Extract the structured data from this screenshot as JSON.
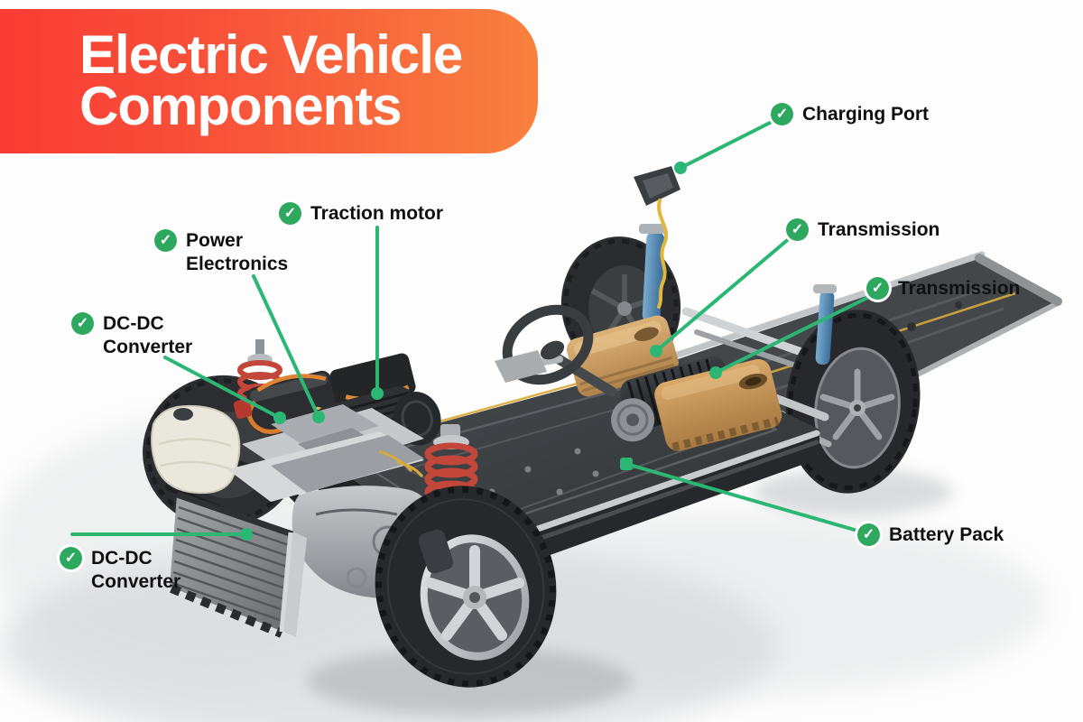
{
  "banner": {
    "title_line1": "Electric Vehicle",
    "title_line2": "Components",
    "gradient_start": "#F93B33",
    "gradient_end": "#F8813E",
    "text_color": "#FFFFFF"
  },
  "diagram": {
    "subject": "Electric vehicle chassis cutaway with labeled components",
    "accent_green": "#2EA85F",
    "line_green": "#2CB674",
    "label_text_color": "#101010",
    "check_icon": "✓"
  },
  "labels": {
    "charging_port": {
      "text": "Charging Port"
    },
    "traction_motor": {
      "text": "Traction motor"
    },
    "power_electronics": {
      "text": "Power Electronics"
    },
    "dc_dc_converter_upper": {
      "text": "DC-DC Converter"
    },
    "transmission_upper": {
      "text": "Transmission"
    },
    "transmission_lower": {
      "text": "Transmission"
    },
    "battery_pack": {
      "text": "Battery Pack"
    },
    "dc_dc_converter_lower": {
      "text": "DC-DC Converter"
    }
  }
}
